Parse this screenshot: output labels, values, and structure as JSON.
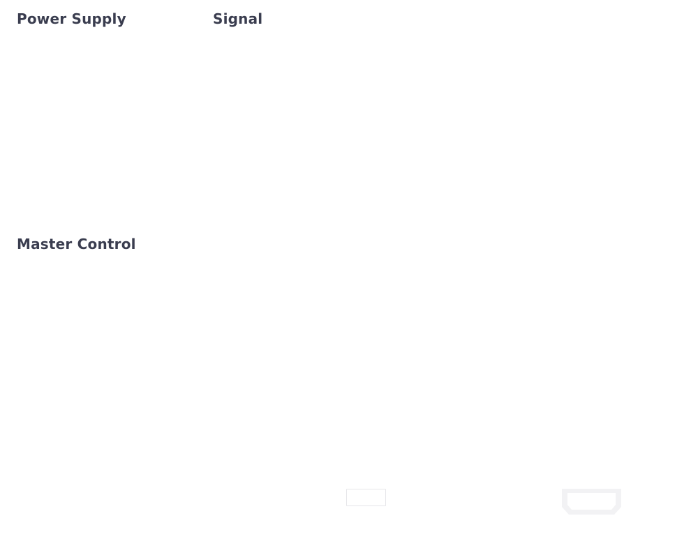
{
  "sections": {
    "power_supply": {
      "title": "Power Supply"
    },
    "signal": {
      "title": "Signal"
    },
    "master_control": {
      "title": "Master Control"
    }
  },
  "ports": [
    {
      "name": "rectangular-port",
      "icon": "rect-port-icon"
    },
    {
      "name": "hdmi-port",
      "icon": "hdmi-port-icon"
    }
  ],
  "colors": {
    "title_text": "#3a3d4f",
    "background": "#ffffff",
    "port_outline": "#e6e6e9",
    "port_fill": "#f2f2f4"
  }
}
